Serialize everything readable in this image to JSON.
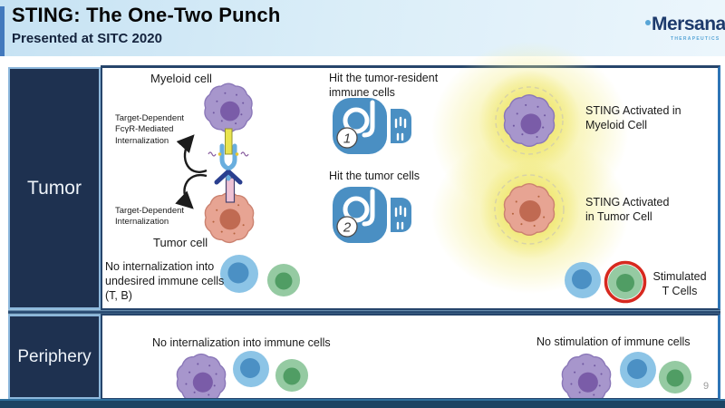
{
  "header": {
    "title": "STING: The One-Two Punch",
    "subtitle": "Presented at SITC 2020",
    "logo": {
      "name": "Mersana",
      "tagline": "THERAPEUTICS"
    }
  },
  "tumor_section": {
    "row_label": "Tumor",
    "myeloid_cell_label": "Myeloid cell",
    "tumor_cell_label": "Tumor cell",
    "fcgr_internalization": "Target-Dependent\nFcγR-Mediated\nInternalization",
    "target_internalization": "Target-Dependent\nInternalization",
    "no_internalization": "No internalization into\nundesired immune cells\n(T, B)",
    "punch_1": {
      "number": "1",
      "caption": "Hit the tumor-resident\nimmune cells"
    },
    "punch_2": {
      "number": "2",
      "caption": "Hit the tumor cells"
    },
    "sting_activated_myeloid": "STING Activated in\nMyeloid Cell",
    "sting_activated_tumor": "STING Activated\nin Tumor Cell",
    "stimulated_t_cells": "Stimulated\nT Cells"
  },
  "periphery_section": {
    "row_label": "Periphery",
    "no_internalization": "No internalization into immune cells",
    "no_stimulation": "No stimulation of immune cells"
  },
  "page_number": "9",
  "colors": {
    "punch_icon_blue": "#4a8fc3",
    "row_label_navy": "#1e3150",
    "panel_border_navy": "#26456b",
    "sting_glow_yellow": "#ede45c",
    "myeloid_purple": "#a796cc",
    "tumor_pink": "#e7a493",
    "t_cell_blue": "#8cc4e6",
    "b_cell_green": "#95caa2",
    "stimulated_ring_red": "#d7291f"
  }
}
